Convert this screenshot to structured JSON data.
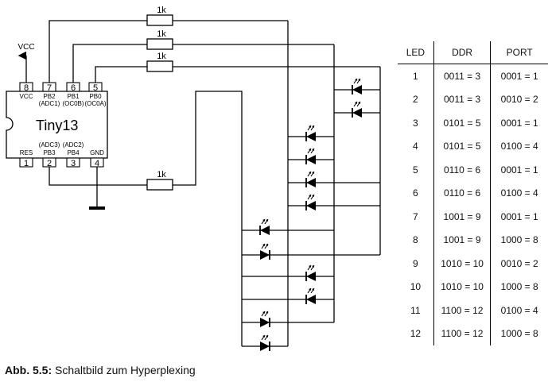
{
  "schematic": {
    "chip_name": "Tiny13",
    "vcc_label": "VCC",
    "top_pins": [
      {
        "num": "8",
        "name": "VCC",
        "alt": ""
      },
      {
        "num": "7",
        "name": "PB2",
        "alt": "(ADC1)"
      },
      {
        "num": "6",
        "name": "PB1",
        "alt": "(OC0B)"
      },
      {
        "num": "5",
        "name": "PB0",
        "alt": "(OC0A)"
      }
    ],
    "bottom_pins": [
      {
        "num": "1",
        "name": "RES",
        "alt": ""
      },
      {
        "num": "2",
        "name": "PB3",
        "alt": "(ADC3)"
      },
      {
        "num": "3",
        "name": "PB4",
        "alt": "(ADC2)"
      },
      {
        "num": "4",
        "name": "GND",
        "alt": ""
      }
    ],
    "resistors": [
      "1k",
      "1k",
      "1k",
      "1k"
    ]
  },
  "table": {
    "headers": [
      "LED",
      "DDR",
      "PORT"
    ],
    "rows": [
      [
        "1",
        "0011 = 3",
        "0001 = 1"
      ],
      [
        "2",
        "0011 = 3",
        "0010 = 2"
      ],
      [
        "3",
        "0101 = 5",
        "0001 = 1"
      ],
      [
        "4",
        "0101 = 5",
        "0100 = 4"
      ],
      [
        "5",
        "0110 = 6",
        "0001 = 1"
      ],
      [
        "6",
        "0110 = 6",
        "0100 = 4"
      ],
      [
        "7",
        "1001 = 9",
        "0001 = 1"
      ],
      [
        "8",
        "1001 = 9",
        "1000 = 8"
      ],
      [
        "9",
        "1010 = 10",
        "0010 = 2"
      ],
      [
        "10",
        "1010 = 10",
        "1000 = 8"
      ],
      [
        "11",
        "1100 = 12",
        "0100 = 4"
      ],
      [
        "12",
        "1100 = 12",
        "1000 = 8"
      ]
    ]
  },
  "caption": {
    "label": "Abb. 5.5:",
    "text": " Schaltbild zum Hyperplexing"
  }
}
